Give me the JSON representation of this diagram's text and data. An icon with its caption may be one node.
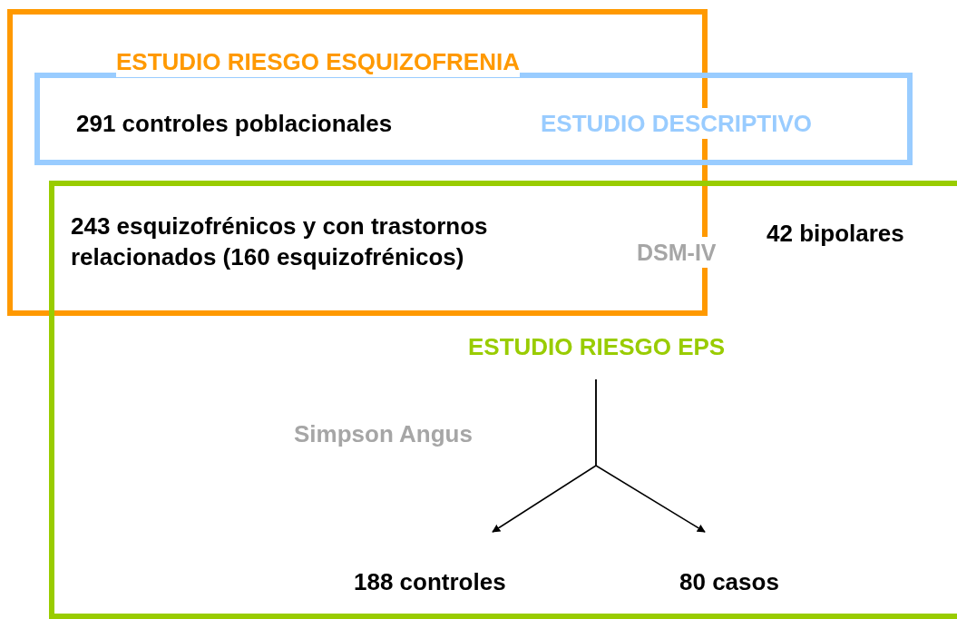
{
  "diagram": {
    "nodes": [
      {
        "text": [
          "ESTUDIO RIESGO ESQUIZOFRENIA"
        ]
      },
      {
        "text": [
          "291 controles poblacionales",
          "ESTUDIO DESCRIPTIVO"
        ]
      },
      {
        "text": [
          "ESTUDIO RIESGO EPS",
          "Simpson Angus"
        ]
      },
      {
        "text": [
          "188 controles"
        ],
        "in": 2
      },
      {
        "text": [
          "80 casos"
        ],
        "in": 2
      },
      {
        "text": [
          "42 bipolares"
        ],
        "in": 2
      }
    ],
    "edges": [
      {
        "from": null,
        "to": 3,
        "arrow": "to"
      },
      {
        "from": null,
        "to": 4,
        "arrow": "to"
      }
    ],
    "labels": [
      "243 esquizofrénicos y con trastornos relacionados (160 esquizofrénicos)",
      "DSM-IV"
    ]
  }
}
